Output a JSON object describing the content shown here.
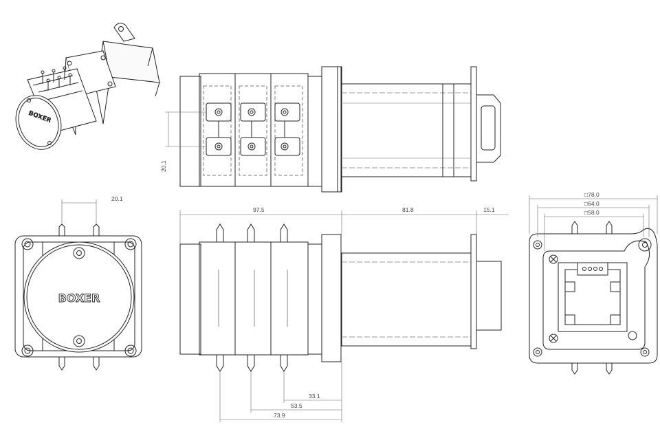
{
  "brand": {
    "logo_text": "BOXER"
  },
  "dimensions": {
    "top_port_spacing": "20.1",
    "front_port_spacing": "20.1",
    "head_length": "97.5",
    "motor_length": "81.8",
    "shaft_length": "15.1",
    "port_pos_1": "33.1",
    "port_pos_2": "53.5",
    "port_pos_3": "73.9",
    "flange_outer": "□78.0",
    "flange_mid": "□64.0",
    "flange_inner": "□58.0"
  }
}
